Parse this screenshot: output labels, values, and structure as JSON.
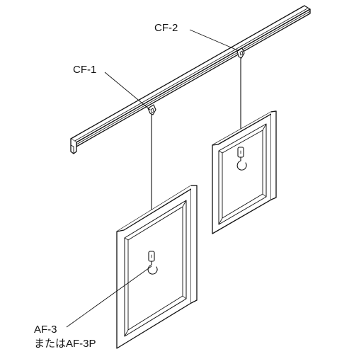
{
  "labels": {
    "cf1": "CF-1",
    "cf2": "CF-2",
    "af3": "AF-3",
    "af3_alt": "またはAF-3P"
  },
  "colors": {
    "line": "#111111",
    "background": "#ffffff"
  }
}
